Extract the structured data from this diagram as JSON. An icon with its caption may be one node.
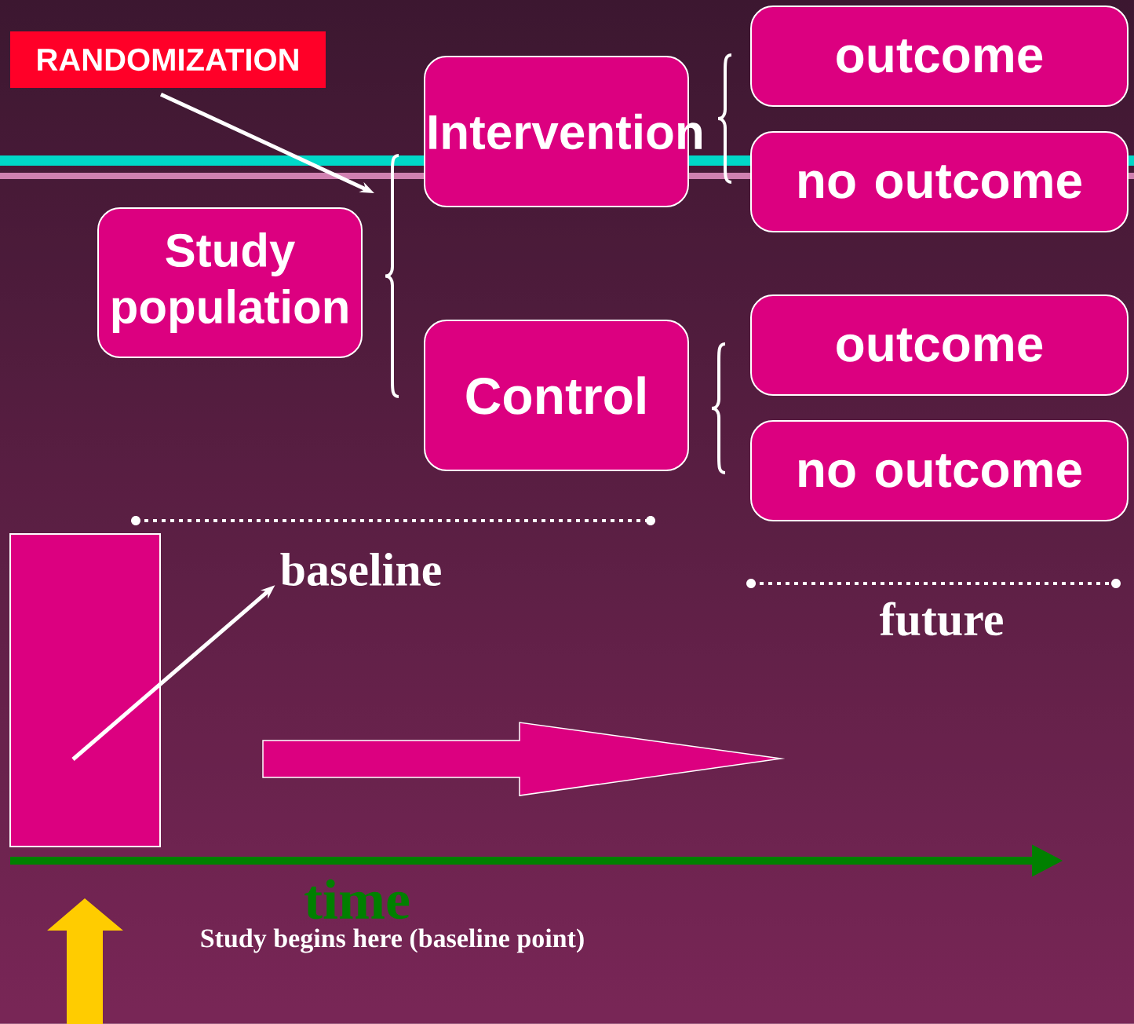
{
  "diagram": {
    "nodes": [
      {
        "text": [
          "RANDOMIZATION"
        ]
      },
      {
        "text": [
          "Study population"
        ]
      },
      {
        "text": [
          "Intervention"
        ]
      },
      {
        "text": [
          "Control"
        ]
      },
      {
        "text": [
          "outcome"
        ]
      },
      {
        "text": [
          "no outcome"
        ]
      },
      {
        "text": [
          "outcome"
        ]
      },
      {
        "text": [
          "no outcome"
        ]
      },
      {
        "text": [],
        "shape": "box"
      },
      {
        "text": [
          "baseline"
        ]
      }
    ],
    "edges": [
      {
        "from": 0,
        "to": null,
        "arrow": "to"
      },
      {
        "from": 8,
        "to": 9,
        "arrow": "to"
      }
    ],
    "labels": [
      "future",
      "time",
      "Study begins here  (baseline point)"
    ]
  }
}
